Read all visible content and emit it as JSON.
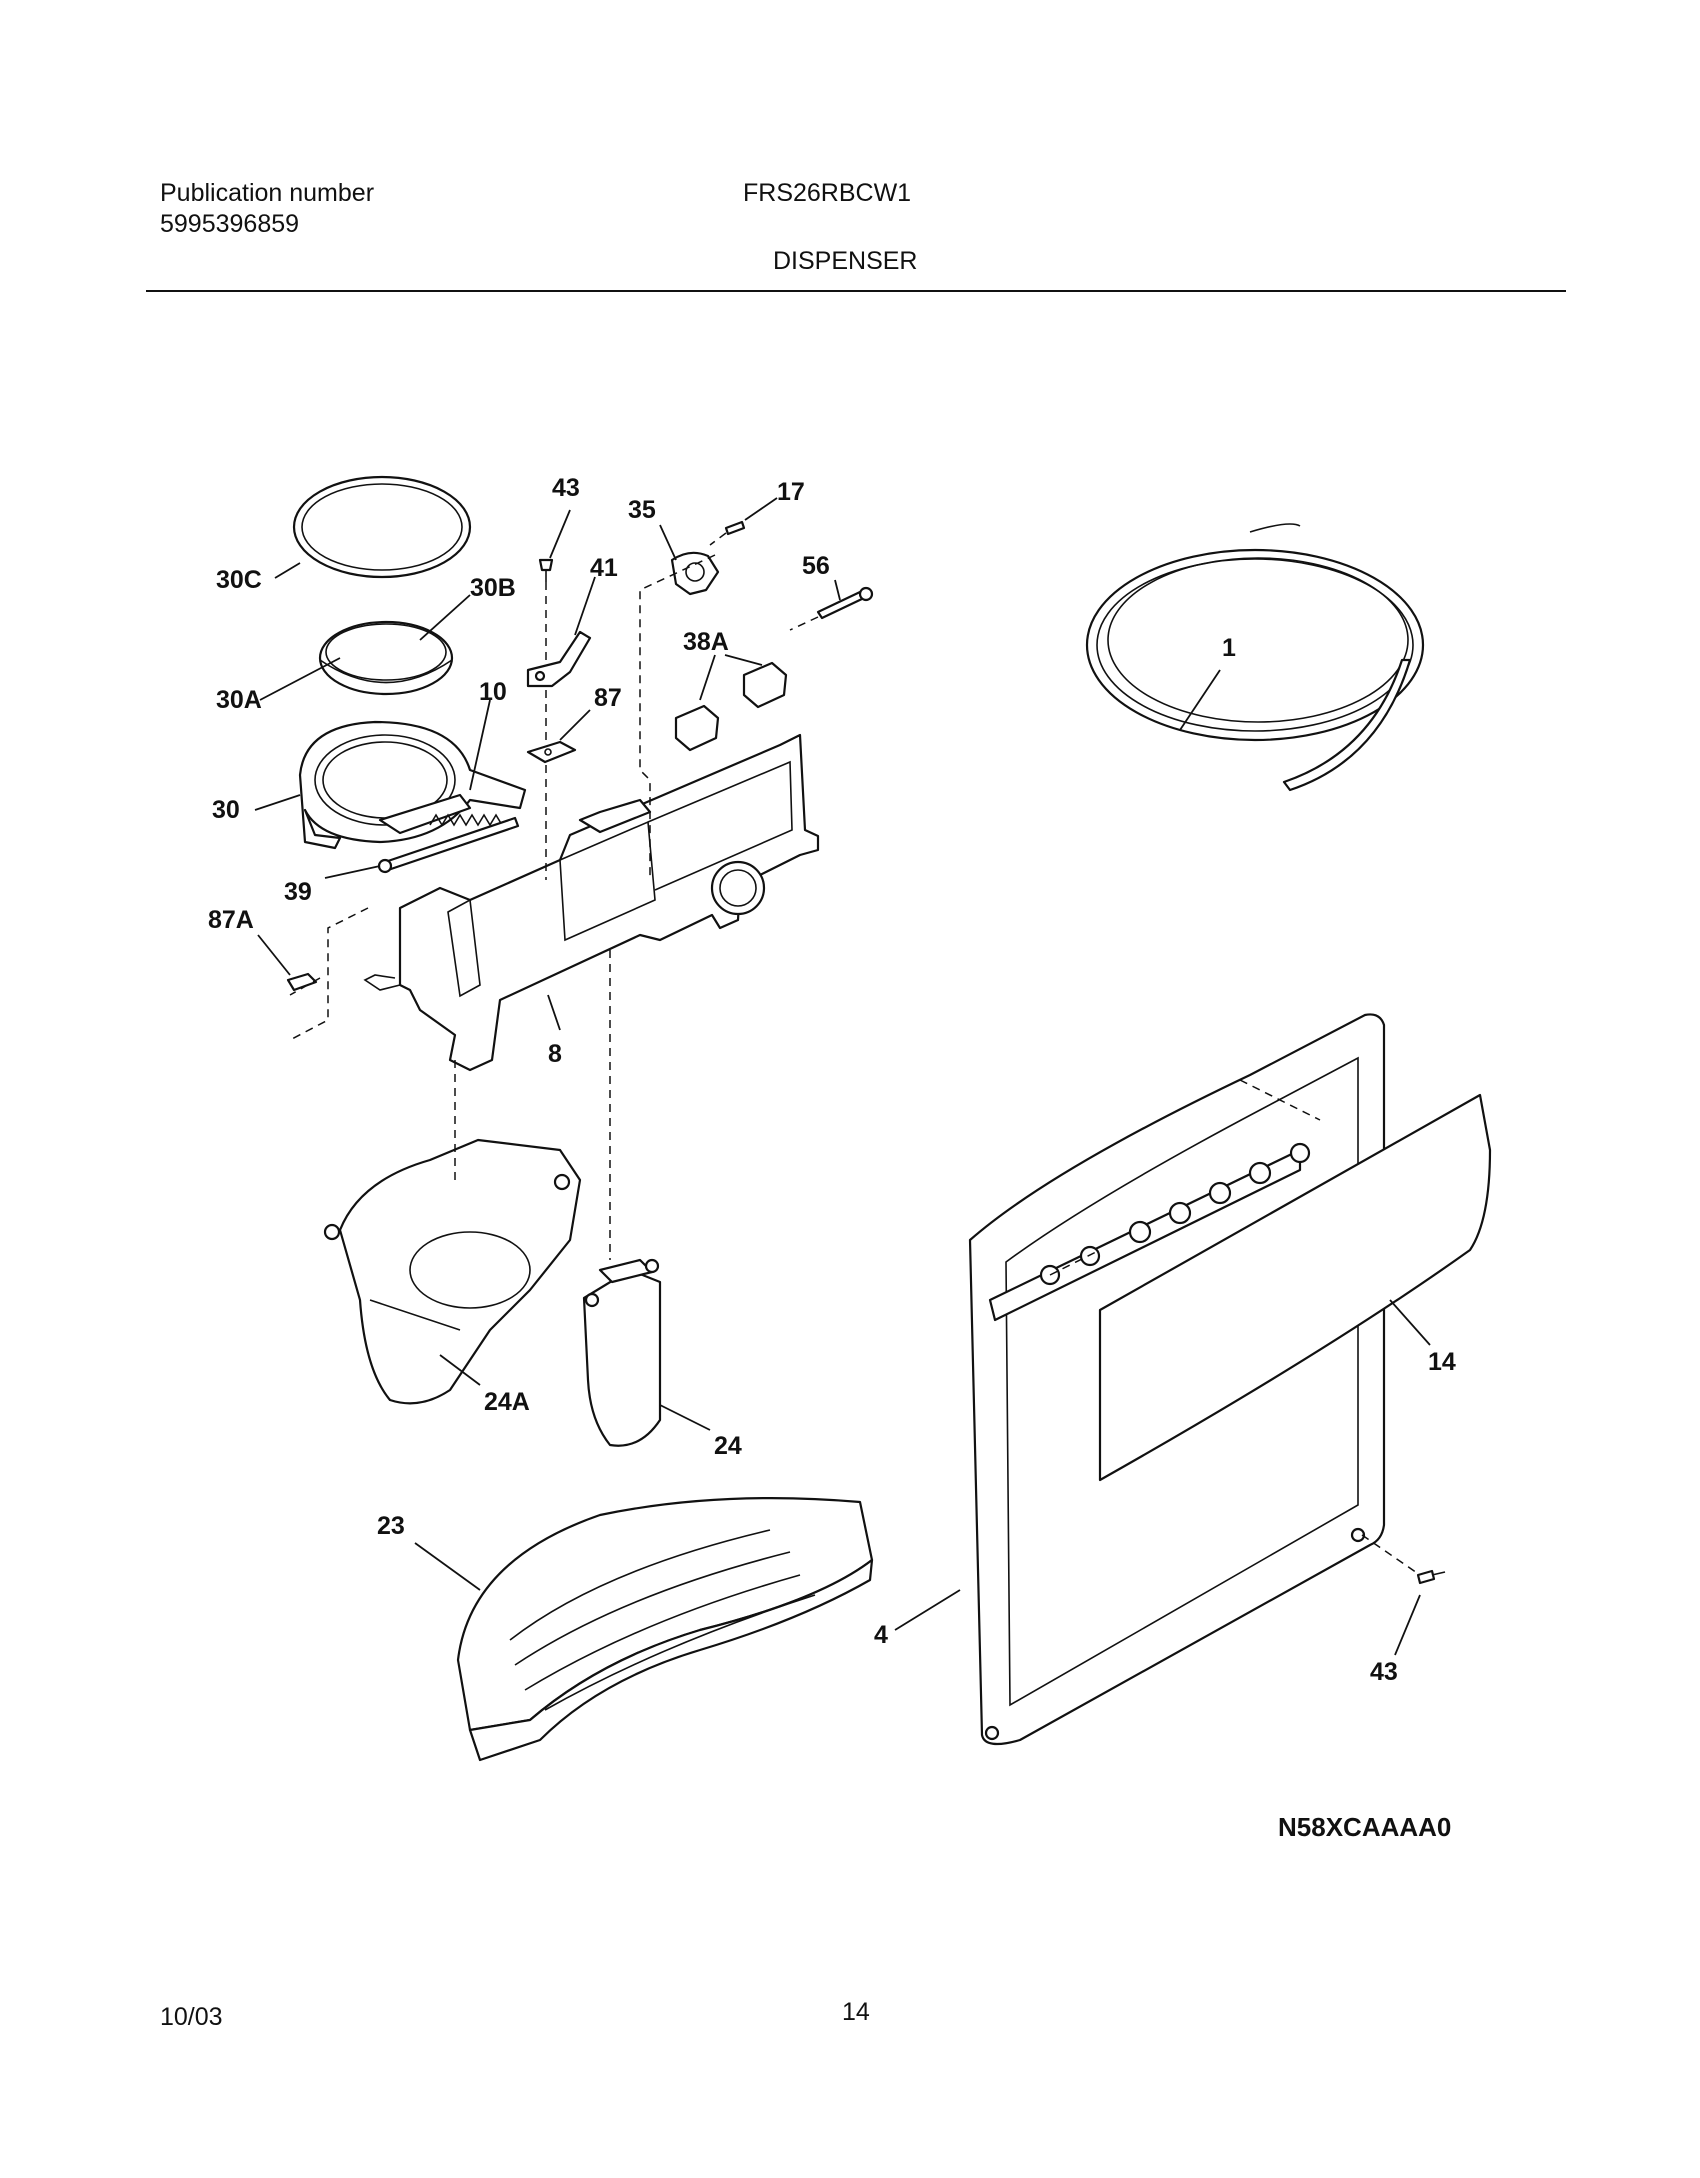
{
  "header": {
    "publication_label": "Publication number",
    "publication_number": "5995396859",
    "model": "FRS26RBCW1",
    "section": "DISPENSER"
  },
  "diagram": {
    "code": "N58XCAAAA0",
    "callouts": [
      "30C",
      "43",
      "35",
      "17",
      "30B",
      "41",
      "56",
      "38A",
      "30A",
      "10",
      "87",
      "30",
      "39",
      "87A",
      "8",
      "1",
      "14",
      "24A",
      "24",
      "23",
      "4",
      "43"
    ]
  },
  "footer": {
    "date": "10/03",
    "page": "14"
  }
}
